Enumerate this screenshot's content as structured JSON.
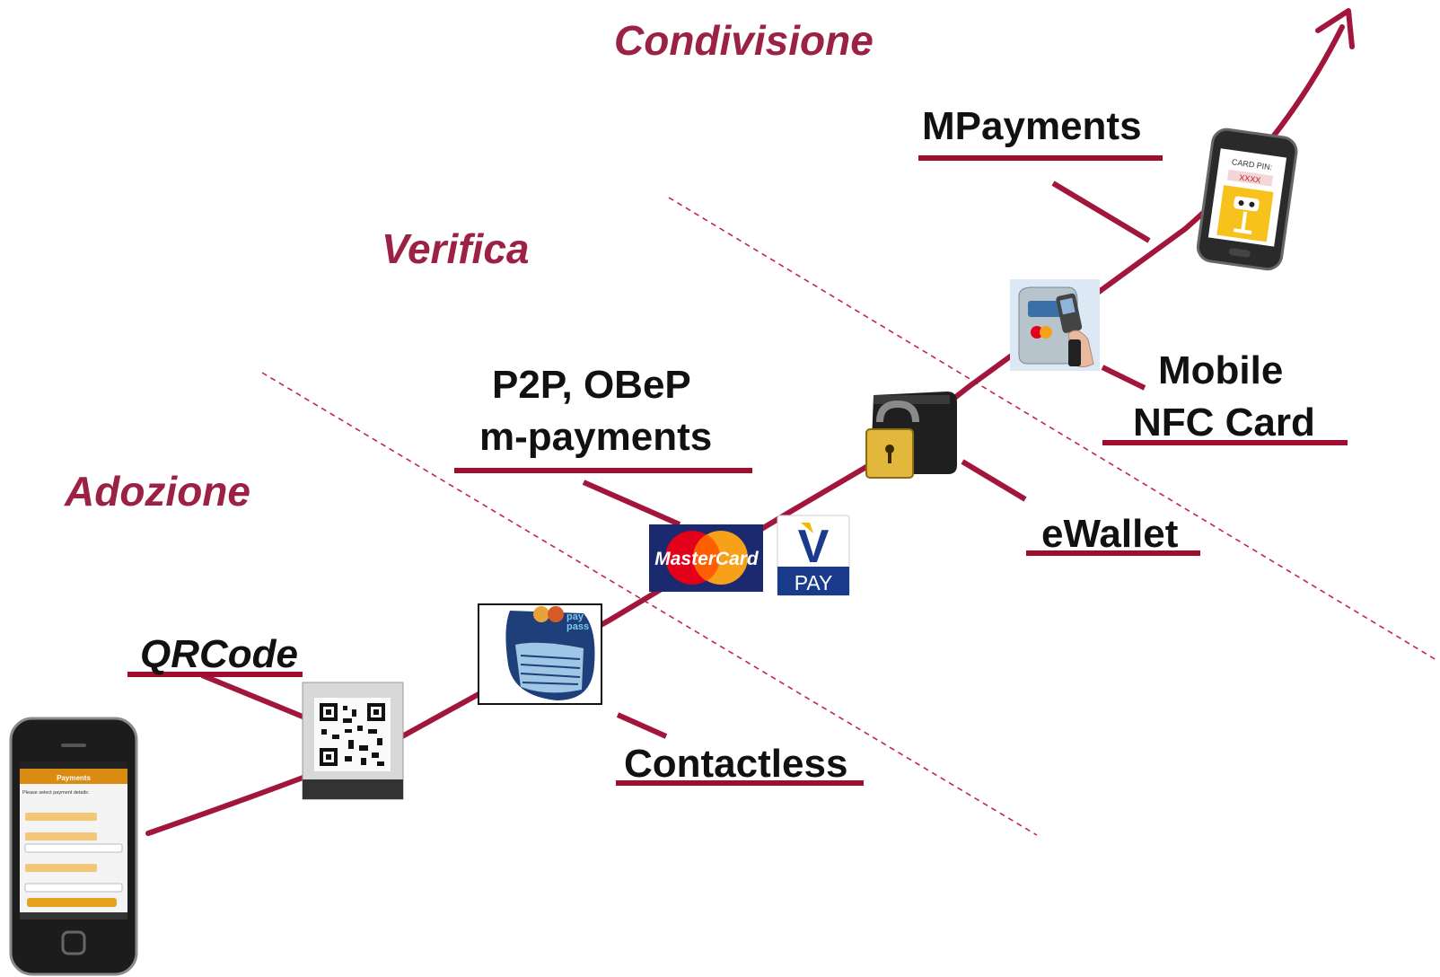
{
  "phases": {
    "condivisione": "Condivisione",
    "verifica": "Verifica",
    "adozione": "Adozione"
  },
  "labels": {
    "qrcode": "QRCode",
    "contactless": "Contactless",
    "p2p_line1": "P2P, OBeP",
    "p2p_line2": "m-payments",
    "ewallet": "eWallet",
    "mobile_line1": "Mobile",
    "mobile_line2": "NFC Card",
    "mpayments": "MPayments"
  },
  "images": {
    "iphone_header": "Payments",
    "iphone_prompt": "Please select payment details:",
    "mastercard": "MasterCard",
    "vpay_letter": "V",
    "vpay_word": "PAY",
    "paypass_line1": "pay",
    "paypass_line2": "pass",
    "card_pin": "CARD PIN:",
    "card_pin_value": "XXXX"
  },
  "colors": {
    "accent": "#9b2145",
    "curve": "#a3163c",
    "underline": "#a00d2e"
  }
}
